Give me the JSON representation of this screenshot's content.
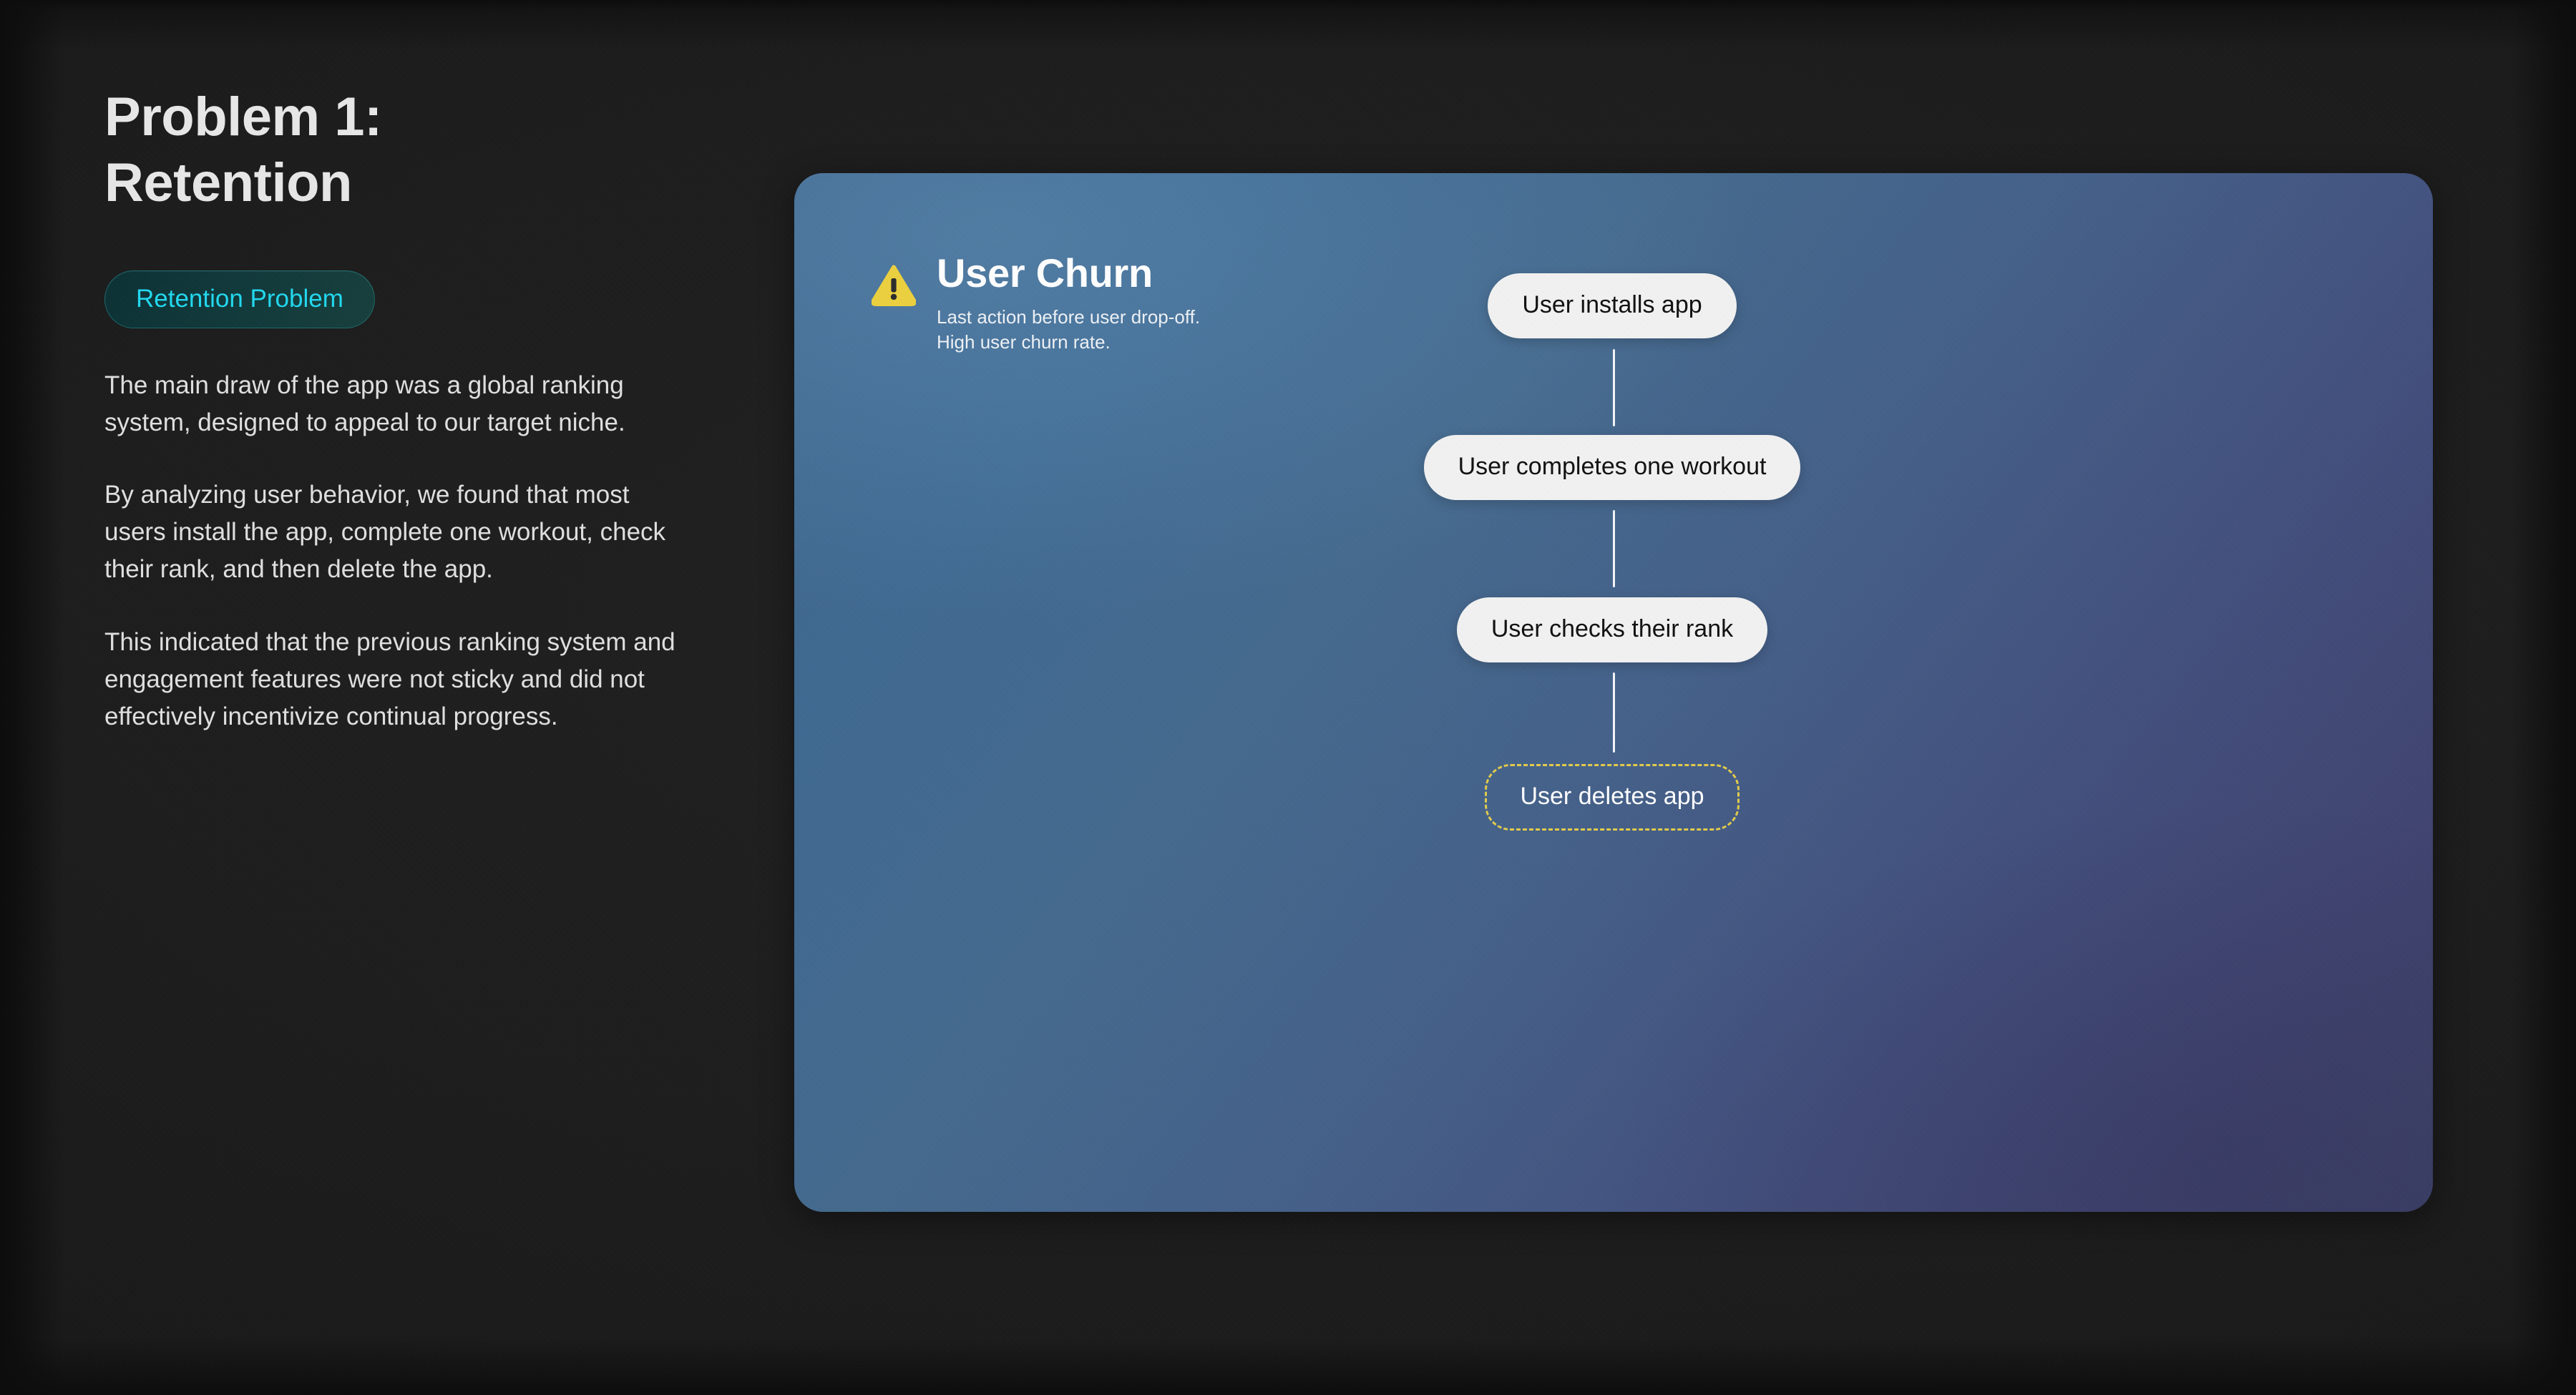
{
  "slide": {
    "background_color": "#1d1d1d",
    "edge_color": "#0d0d0d"
  },
  "left": {
    "title": "Problem 1:\nRetention",
    "badge": {
      "label": "Retention Problem",
      "text_color": "#22d9f0",
      "background_start": "#0c3135",
      "background_end": "#173f3c",
      "border_color": "rgba(45,170,175,.42)"
    },
    "paragraphs": [
      "The main draw of the app was a global ranking system, designed to appeal to our target niche.",
      "By analyzing user behavior, we found that most users install the app, complete one workout, check their rank, and then delete the app.",
      "This indicated that the previous ranking system and engagement features were not sticky and did not effectively incentivize continual progress."
    ]
  },
  "card": {
    "gradient_start": "#41688f",
    "gradient_end": "#3e4269",
    "icon": "warning-triangle-icon",
    "icon_fill": "#ecd13f",
    "icon_mark_color": "#2d2d2d",
    "title": "User Churn",
    "subtitle": "Last action before user drop-off. High user churn rate.",
    "flow": {
      "type": "vertical-flow",
      "connector_color": "#f4f5f7",
      "nodes": [
        {
          "label": "User installs app",
          "style": "solid",
          "fill": "#f2f2f2",
          "text_color": "#111111"
        },
        {
          "label": "User completes one workout",
          "style": "solid",
          "fill": "#f2f2f2",
          "text_color": "#111111"
        },
        {
          "label": "User checks their rank",
          "style": "solid",
          "fill": "#f2f2f2",
          "text_color": "#111111"
        },
        {
          "label": "User deletes app",
          "style": "dashed",
          "fill": "transparent",
          "text_color": "#ffffff",
          "border_color": "#e3cc4b"
        }
      ]
    }
  }
}
